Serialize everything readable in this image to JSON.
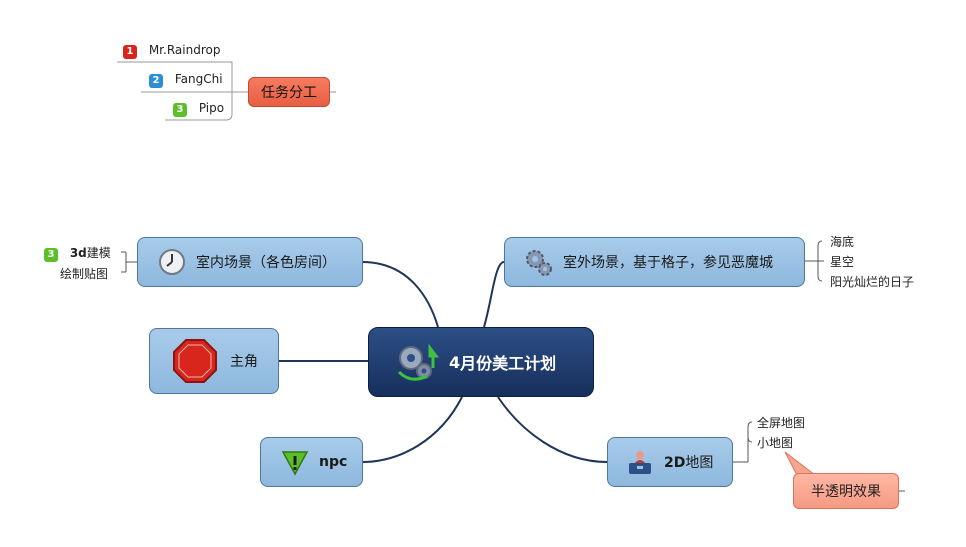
{
  "central": {
    "label_prefix": "4",
    "label_rest": "月份美工计划"
  },
  "task_callout": {
    "label": "任务分工"
  },
  "assignees": [
    {
      "badge": "1",
      "name": "Mr.Raindrop",
      "badge_color": "#d9241b"
    },
    {
      "badge": "2",
      "name": "FangChi",
      "badge_color": "#2b8fd6"
    },
    {
      "badge": "3",
      "name": "Pipo",
      "badge_color": "#5cbf2a"
    }
  ],
  "topics": {
    "indoor": {
      "label": "室内场景（各色房间）",
      "icon": "clock-icon"
    },
    "outdoor": {
      "label": "室外场景，基于格子，参见恶魔城",
      "icon": "gears-icon"
    },
    "hero": {
      "label": "主角",
      "icon": "stop-sign-icon"
    },
    "npc": {
      "label": "npc",
      "icon": "warning-triangle-icon"
    },
    "map2d": {
      "label_bold": "2D",
      "label_rest": "地图",
      "icon": "person-desk-icon"
    }
  },
  "indoor_subs": {
    "badge": "3",
    "badge_color": "#5cbf2a",
    "item1_bold": "3d",
    "item1_rest": "建模",
    "item2": "绘制贴图"
  },
  "outdoor_subs": [
    "海底",
    "星空",
    "阳光灿烂的日子"
  ],
  "map2d_subs": [
    "全屏地图",
    "小地图"
  ],
  "note_callout": {
    "label": "半透明效果"
  },
  "colors": {
    "central": "#1e3a6e",
    "topic": "#9dc3e6",
    "callout": "#f8a58f",
    "task": "#f06b4f",
    "line": "#1f3559"
  }
}
